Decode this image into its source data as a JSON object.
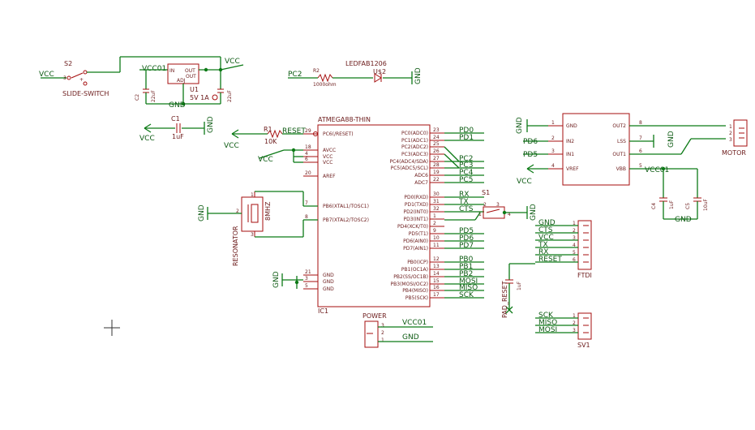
{
  "switch_s2": {
    "name": "S2",
    "value": "SLIDE-SWITCH"
  },
  "regulator_u1": {
    "name": "U1",
    "value": "5V 1A",
    "pin_in": "IN",
    "pin_out": "OUT",
    "pin_adj": "ADJ",
    "pin_out2": "OUT"
  },
  "cap_c2": {
    "name": "C2",
    "value": "22uF"
  },
  "cap_c3": {
    "value": "22uF"
  },
  "cap_c1": {
    "name": "C1",
    "value": "1uF"
  },
  "cap_c4": {
    "name": "C4",
    "value": "1uF"
  },
  "cap_c5": {
    "name": "C5",
    "value": "10uF"
  },
  "cap_pad_reset": {
    "value": "1uF"
  },
  "resistor_r1": {
    "name": "R1",
    "value": "10K"
  },
  "resistor_r2": {
    "name": "R2",
    "value": "1000ohm"
  },
  "led": {
    "value": "LEDFAB1206",
    "name": "U$2"
  },
  "mcu": {
    "title": "ATMEGA88-THIN",
    "ref": "IC1",
    "left_pins": [
      {
        "num": "29",
        "name": "PC6(/RESET)"
      },
      {
        "num": "18",
        "name": "AVCC"
      },
      {
        "num": "4",
        "name": "VCC"
      },
      {
        "num": "6",
        "name": "VCC"
      },
      {
        "num": "20",
        "name": "AREF"
      },
      {
        "num": "7",
        "name": "PB6(XTAL1/TOSC1)"
      },
      {
        "num": "8",
        "name": "PB7(XTAL2/TOSC2)"
      },
      {
        "num": "21",
        "name": "GND"
      },
      {
        "num": "3",
        "name": "GND"
      },
      {
        "num": "5",
        "name": "GND"
      }
    ],
    "right_pins": [
      {
        "num": "23",
        "name": "PC0(ADC0)",
        "net": "PD0"
      },
      {
        "num": "24",
        "name": "PC1(ADC1)",
        "net": "PD1"
      },
      {
        "num": "25",
        "name": "PC2(ADC2)",
        "net": ""
      },
      {
        "num": "26",
        "name": "PC3(ADC3)",
        "net": ""
      },
      {
        "num": "27",
        "name": "PC4(ADC4/SDA)",
        "net": "PC2"
      },
      {
        "num": "28",
        "name": "PC5(ADC5/SCL)",
        "net": "PC3"
      },
      {
        "num": "19",
        "name": "ADC6",
        "net": "PC4"
      },
      {
        "num": "22",
        "name": "ADC7",
        "net": "PC5"
      },
      {
        "num": "30",
        "name": "PD0(RXD)",
        "net": "RX"
      },
      {
        "num": "31",
        "name": "PD1(TXD)",
        "net": "TX"
      },
      {
        "num": "32",
        "name": "PD2(INT0)",
        "net": "CTS"
      },
      {
        "num": "1",
        "name": "PD3(INT1)",
        "net": ""
      },
      {
        "num": "2",
        "name": "PD4(XCK/T0)",
        "net": ""
      },
      {
        "num": "9",
        "name": "PD5(T1)",
        "net": "PD5"
      },
      {
        "num": "10",
        "name": "PD6(AIN0)",
        "net": "PD6"
      },
      {
        "num": "11",
        "name": "PD7(AIN1)",
        "net": "PD7"
      },
      {
        "num": "12",
        "name": "PB0(ICP)",
        "net": "PB0"
      },
      {
        "num": "13",
        "name": "PB1(OC1A)",
        "net": "PB1"
      },
      {
        "num": "14",
        "name": "PB2(SS/OC1B)",
        "net": "PB2"
      },
      {
        "num": "15",
        "name": "PB3(MOSI/OC2)",
        "net": "MOSI"
      },
      {
        "num": "16",
        "name": "PB4(MISO)",
        "net": "MISO"
      },
      {
        "num": "17",
        "name": "PB5(SCK)",
        "net": "SCK"
      }
    ]
  },
  "driver": {
    "pins_left": [
      {
        "num": "1",
        "name": "GND"
      },
      {
        "num": "2",
        "name": "IN2"
      },
      {
        "num": "3",
        "name": "IN1"
      },
      {
        "num": "4",
        "name": "VREF"
      }
    ],
    "pins_right": [
      {
        "num": "8",
        "name": "OUT2"
      },
      {
        "num": "7",
        "name": "LSS"
      },
      {
        "num": "6",
        "name": "OUT1"
      },
      {
        "num": "5",
        "name": "VBB"
      }
    ],
    "net_in2": "PD6",
    "net_in1": "PD5"
  },
  "motor": {
    "name": "MOTOR",
    "pins": [
      "1",
      "2",
      "3"
    ]
  },
  "ftdi": {
    "name": "FTDI",
    "pins": [
      "1",
      "2",
      "3",
      "4",
      "5",
      "6"
    ],
    "nets": [
      "GND",
      "CTS",
      "VCC",
      "TX",
      "RX",
      "RESET"
    ]
  },
  "sv1": {
    "name": "SV1",
    "pins": [
      "1",
      "2",
      "3"
    ],
    "nets": [
      "SCK",
      "MISO",
      "MOSI"
    ]
  },
  "power": {
    "name": "POWER",
    "pins": [
      "3",
      "2",
      "1"
    ],
    "net_vcc": "VCC01",
    "net_gnd": "GND"
  },
  "resonator": {
    "name": "RESONATOR",
    "value": "8MHZ",
    "pins": [
      "1",
      "2",
      "3"
    ]
  },
  "switch_s1": {
    "name": "S1",
    "pins": [
      "1",
      "2",
      "3",
      "4"
    ]
  },
  "nets": {
    "vcc": "VCC",
    "vcc01": "VCC01",
    "gnd": "GND",
    "pc2": "PC2",
    "reset": "RESET",
    "pad_reset": "PAD_RESET"
  }
}
